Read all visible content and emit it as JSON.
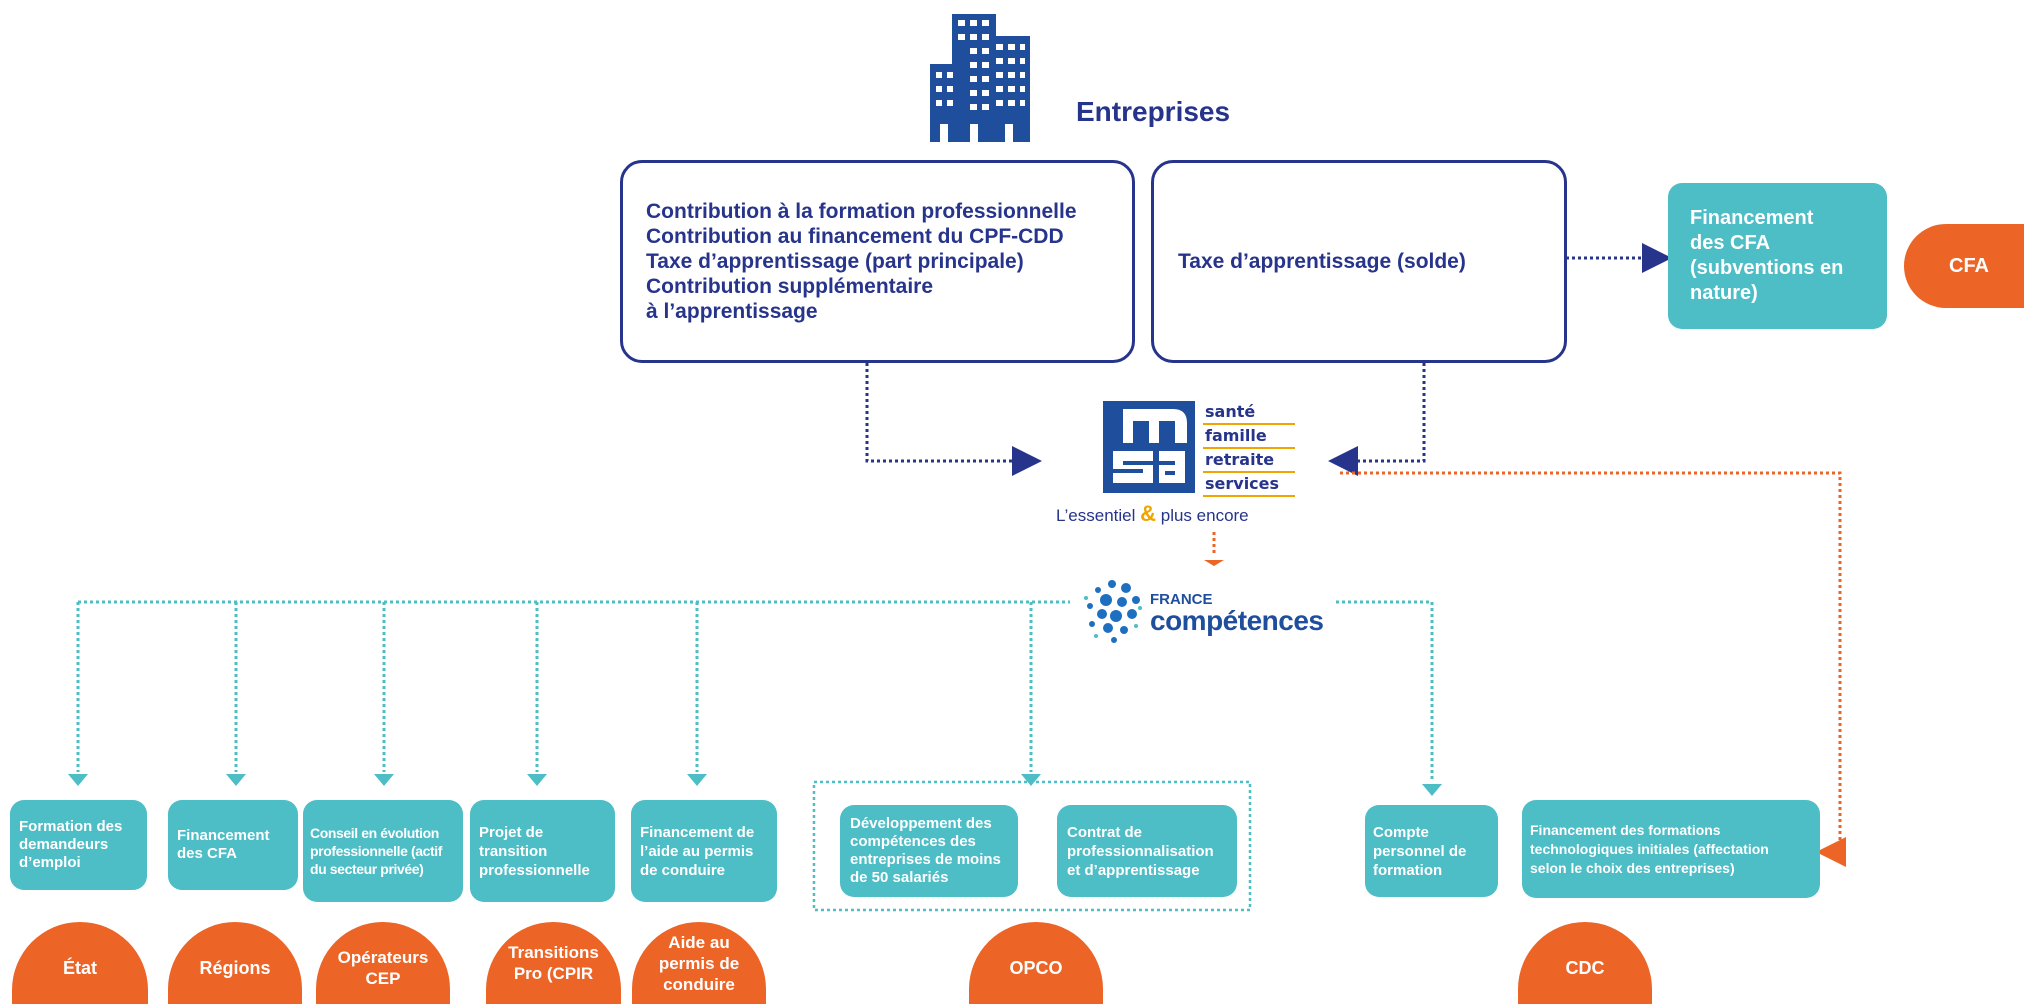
{
  "header": {
    "title": "Entreprises",
    "building_icon": "building-icon"
  },
  "left_box": {
    "lines": [
      "Contribution à la formation professionnelle",
      "Contribution au financement du CPF-CDD",
      "Taxe d’apprentissage (part principale)",
      "Contribution supplémentaire",
      "à l’apprentissage"
    ]
  },
  "right_box": {
    "text": "Taxe d’apprentissage (solde)"
  },
  "cfa_funding": {
    "lines": [
      "Financement",
      "des CFA",
      "(subventions en",
      "nature)"
    ]
  },
  "cfa_badge": "CFA",
  "msa": {
    "letters": "msa",
    "tags": [
      "santé",
      "famille",
      "retraite",
      "services"
    ],
    "slogan_a": "L’essentiel",
    "slogan_amp": "&",
    "slogan_b": "plus encore"
  },
  "france_competences": {
    "line1": "FRANCE",
    "line2": "compétences"
  },
  "bottom_boxes": [
    {
      "lines": [
        "Formation des",
        "demandeurs",
        "d’emploi"
      ]
    },
    {
      "lines": [
        "Financement",
        "des CFA"
      ]
    },
    {
      "lines": [
        "Conseil en évolution",
        "professionnelle (actif",
        "du secteur privée)"
      ]
    },
    {
      "lines": [
        "Projet de",
        "transition",
        "professionnelle"
      ]
    },
    {
      "lines": [
        "Financement de",
        "l’aide au permis",
        "de conduire"
      ]
    },
    {
      "lines": [
        "Développement des",
        "compétences des",
        "entreprises de moins",
        "de 50 salariés"
      ]
    },
    {
      "lines": [
        "Contrat de",
        "professionnalisation",
        "et d’apprentissage"
      ]
    },
    {
      "lines": [
        "Compte",
        "personnel de",
        "formation"
      ]
    },
    {
      "lines": [
        "Financement des formations",
        "technologiques initiales (affectation",
        "selon le choix des entreprises)"
      ]
    }
  ],
  "bottom_badges": [
    {
      "lines": [
        "État"
      ]
    },
    {
      "lines": [
        "Régions"
      ]
    },
    {
      "lines": [
        "Opérateurs",
        "CEP"
      ]
    },
    {
      "lines": [
        "Transitions",
        "Pro (CPIR"
      ]
    },
    {
      "lines": [
        "Aide au",
        "permis de",
        "conduire"
      ]
    },
    {
      "lines": [
        "OPCO"
      ]
    },
    {
      "lines": [
        "CDC"
      ]
    }
  ],
  "colors": {
    "navy": "#27348b",
    "teal": "#4dbdc6",
    "orange": "#ec6426",
    "gold": "#f1a400",
    "msa_blue": "#1f4e9c"
  }
}
